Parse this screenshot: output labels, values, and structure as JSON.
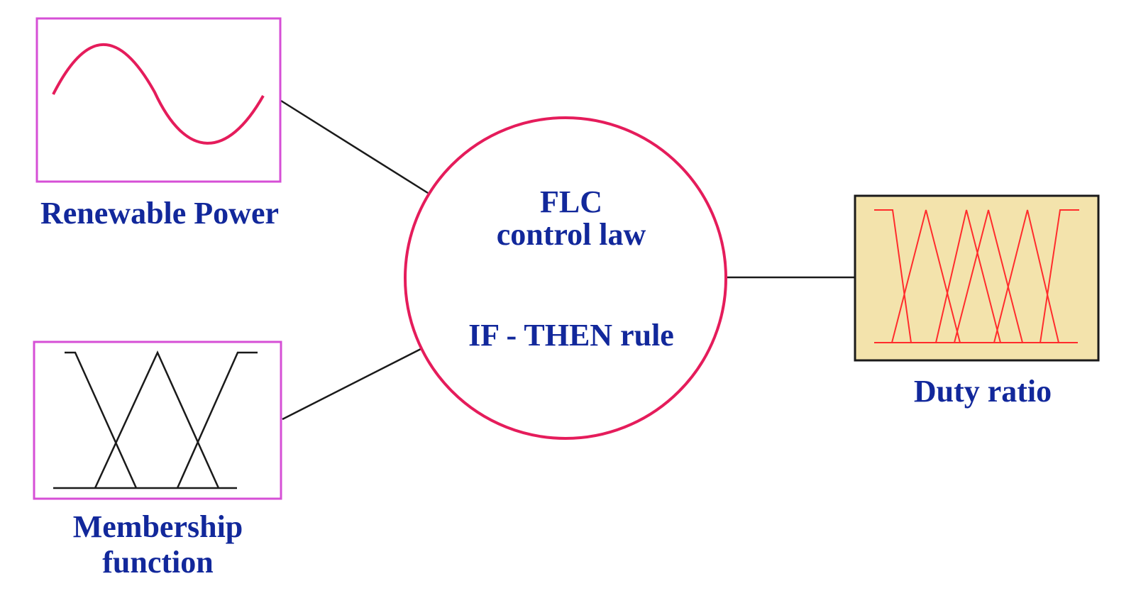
{
  "labels": {
    "renewable_power": "Renewable Power",
    "membership_line1": "Membership",
    "membership_line2": "function",
    "flc_line1": "FLC",
    "flc_line2": "control law",
    "rule": "IF - THEN rule",
    "duty_ratio": "Duty ratio"
  },
  "colors": {
    "text": "#12289b",
    "box_border": "#d64fd6",
    "circle_border": "#e51c5b",
    "sine_curve": "#e51c5b",
    "membership_lines": "#1a1a1a",
    "duty_box_fill": "#f3e3ac",
    "duty_box_border": "#1a1a1a",
    "duty_lines": "#ff2c2c",
    "connector": "#1a1a1a"
  }
}
